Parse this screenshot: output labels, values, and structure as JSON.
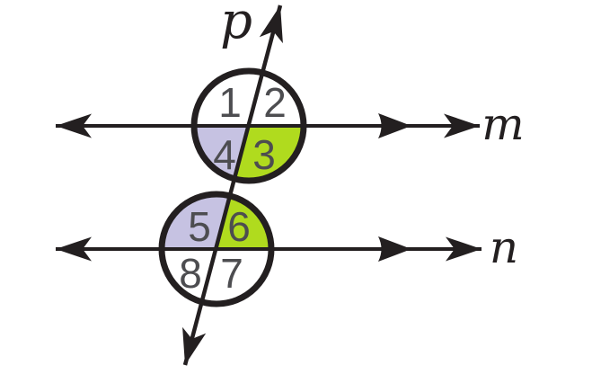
{
  "figure": {
    "line_labels": {
      "transversal": "p",
      "top_parallel": "m",
      "bottom_parallel": "n"
    },
    "angles": [
      {
        "label": "1",
        "intersection": "upper",
        "region": "top-left",
        "highlight": "none"
      },
      {
        "label": "2",
        "intersection": "upper",
        "region": "top-right",
        "highlight": "none"
      },
      {
        "label": "3",
        "intersection": "upper",
        "region": "bottom-right",
        "highlight": "green"
      },
      {
        "label": "4",
        "intersection": "upper",
        "region": "bottom-left",
        "highlight": "purple"
      },
      {
        "label": "5",
        "intersection": "lower",
        "region": "top-left",
        "highlight": "purple"
      },
      {
        "label": "6",
        "intersection": "lower",
        "region": "top-right",
        "highlight": "green"
      },
      {
        "label": "7",
        "intersection": "lower",
        "region": "bottom-right",
        "highlight": "none"
      },
      {
        "label": "8",
        "intersection": "lower",
        "region": "bottom-left",
        "highlight": "none"
      }
    ],
    "colors": {
      "line": "#231F20",
      "digit": "#4D4D50",
      "purple": "#C6C2E2",
      "green": "#B0DB1E",
      "background": "#FFFFFF"
    }
  }
}
